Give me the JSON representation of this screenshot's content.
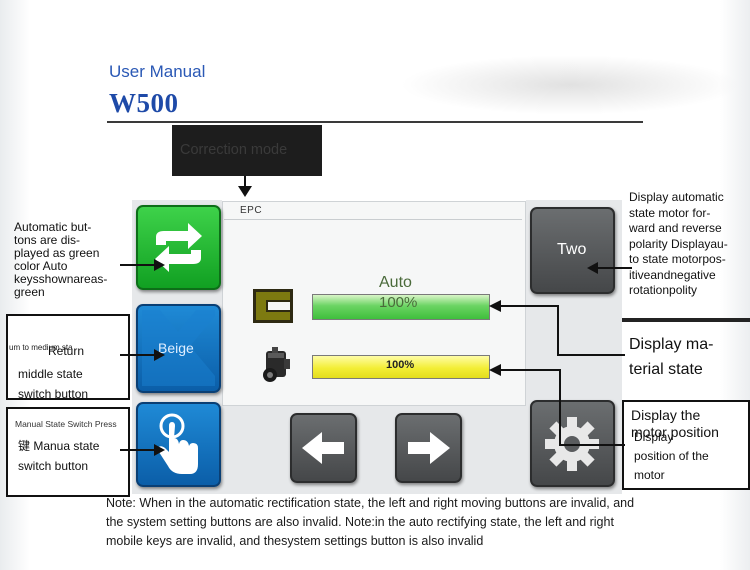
{
  "header": {
    "manual_label": "User Manual",
    "model": "W500"
  },
  "correction_mode": {
    "label": "Correction mode"
  },
  "screen": {
    "title": "EPC",
    "auto_label": "Auto",
    "auto_percent": "100%",
    "motor_percent": "100%",
    "auto_bar_level": 1.0,
    "motor_bar_level": 1.0
  },
  "buttons": {
    "right_top_label": "Two",
    "left_middle_label": "Beige"
  },
  "annotations": {
    "left_top": "Automatic but-\ntons are dis-\nplayed as green\ncolor Auto\nkeysshownareas-\ngreen",
    "left_middle_small": "um to medium sta",
    "left_middle_return": "Return",
    "left_middle_main": "middle state\nswitch button",
    "left_bottom_small": "Manual State Switch Press",
    "left_bottom_main": "键  Manua state\nswitch button",
    "right_top": "Display automatic\nstate motor for-\nward and reverse\npolarity Displayau-\nto state motorpos-\nitiveandnegative\nrotationpolity",
    "right_middle": "Display ma-\nterial state",
    "right_bottom_overlay": "Display the\nmotor position",
    "right_bottom_main": "Display\nposition of the\nmotor"
  },
  "note": "Note: When in the automatic rectification state, the left and right moving buttons are invalid, and the system setting buttons are also invalid. Note:in the auto rectifying state, the left and right mobile keys are invalid, and thesystem settings button is also invalid",
  "icons": {
    "switch": "refresh-arrows-icon",
    "touch": "hand-pointer-icon",
    "gear": "gear-icon",
    "left": "arrow-left-icon",
    "right": "arrow-right-icon",
    "material": "material-edge-icon",
    "motor": "motor-icon"
  },
  "colors": {
    "accent_blue": "#1e4aa8",
    "button_green": "#11a022",
    "button_blue": "#0b5ea8",
    "bar_green": "#3fbf3c",
    "bar_yellow": "#f3ee36"
  }
}
